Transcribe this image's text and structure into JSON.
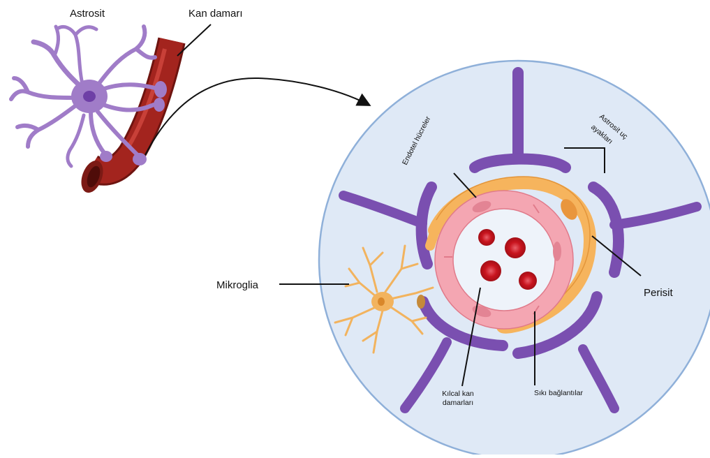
{
  "labels": {
    "astrocyte": "Astrosit",
    "blood_vessel": "Kan damarı",
    "endothelial_cells": "Endotel hücreler",
    "astrocyte_end_feet_line1": "Astrosit uç",
    "astrocyte_end_feet_line2": "ayakları",
    "microglia": "Mikroglia",
    "pericyte": "Perisit",
    "capillary_line1": "Kılcal kan",
    "capillary_line2": "damarları",
    "tight_junctions": "Sıkı bağlantılar"
  },
  "colors": {
    "astrocyte": "#a07cc8",
    "astrocyte_dark": "#6e3fa6",
    "end_feet": "#7a4fb0",
    "vessel": "#a3241e",
    "vessel_dark": "#6e1410",
    "circle_bg": "#dfe9f6",
    "circle_border": "#8fb0d9",
    "endothelium": "#f4a6b2",
    "pericyte": "#f6b45d",
    "microglia": "#f2b35e",
    "rbc": "#c8141e"
  }
}
